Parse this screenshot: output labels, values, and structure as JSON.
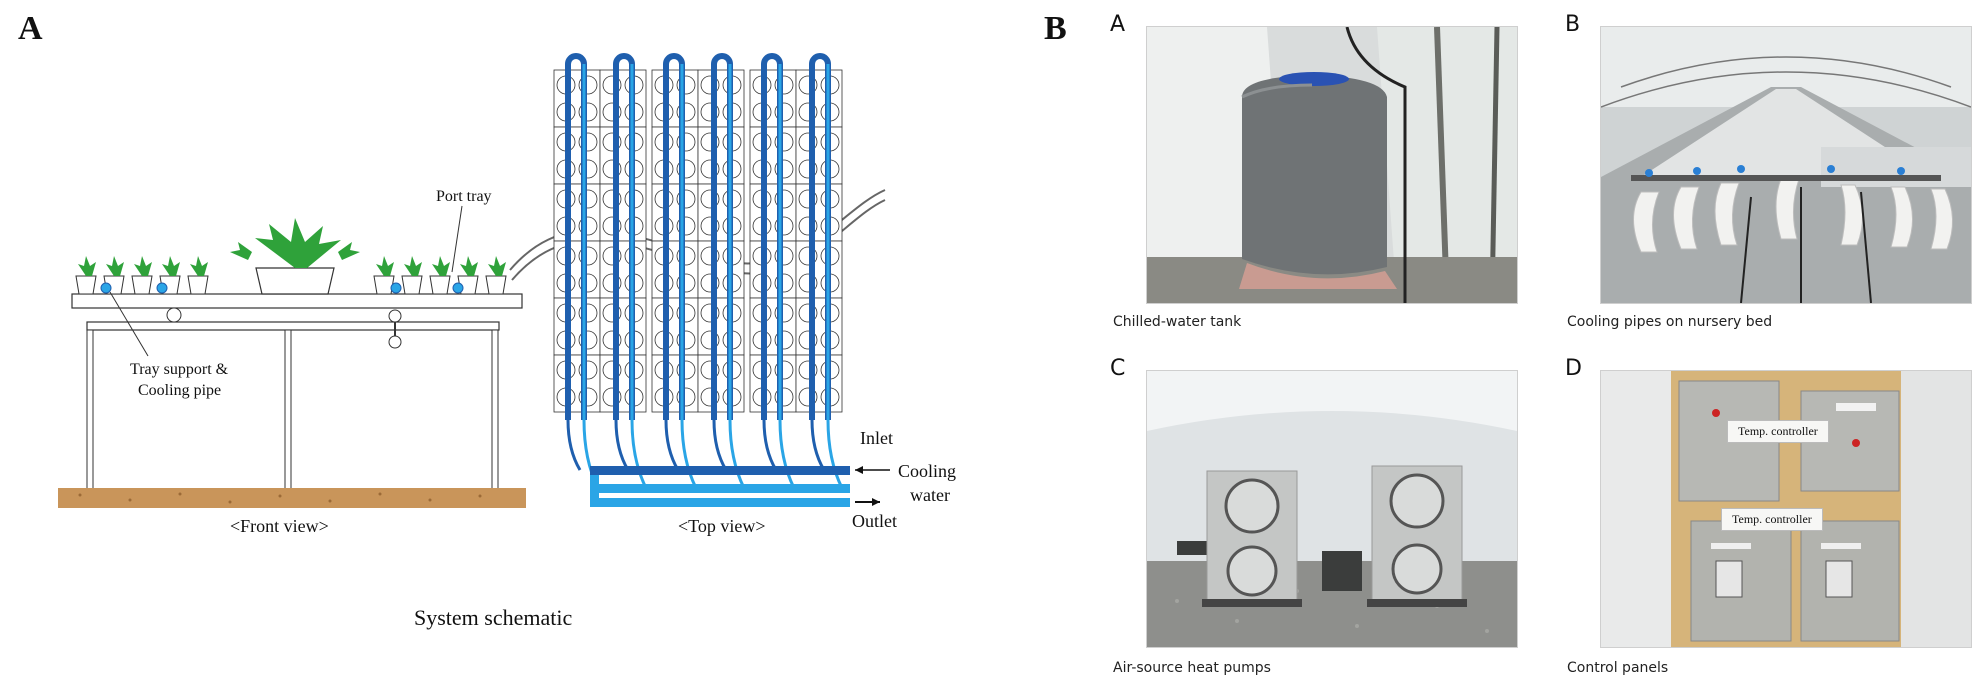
{
  "panel_a": {
    "letter": "A",
    "title": "System schematic",
    "labels": {
      "port_tray": "Port tray",
      "tray_support_line1": "Tray support &",
      "tray_support_line2": "Cooling pipe",
      "front_view": "<Front view>",
      "top_view": "<Top view>",
      "inlet": "Inlet",
      "cooling": "Cooling",
      "water": "water",
      "outlet": "Outlet"
    }
  },
  "panel_b": {
    "letter": "B",
    "photos": [
      {
        "letter": "A",
        "caption": "Chilled-water tank"
      },
      {
        "letter": "B",
        "caption": "Cooling pipes on nursery bed"
      },
      {
        "letter": "C",
        "caption": "Air-source heat pumps"
      },
      {
        "letter": "D",
        "caption": "Control panels"
      }
    ],
    "controller_labels": [
      "Temp. controller",
      "Temp. controller"
    ]
  },
  "colors": {
    "pipe_dark": "#1f5fae",
    "pipe_light": "#2aa5e6",
    "soil": "#c9955a",
    "leaf": "#2fa23a"
  }
}
